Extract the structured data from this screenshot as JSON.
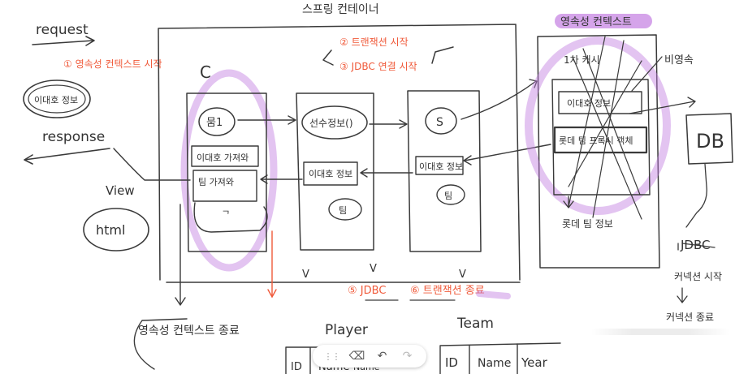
{
  "labels": {
    "request": "request",
    "response": "response",
    "view": "View",
    "html": "html",
    "spring_container": "스프링 컨테이너",
    "persistence_context": "영속성 컨텍스트",
    "step1": "① 영속성 컨텍스트 시작",
    "step2": "② 트랜잭션 시작",
    "step3": "③ JDBC 연결 시작",
    "step5": "⑤ JDBC",
    "step6": "⑥ 트랜잭션 종료",
    "member_info": "이대호 정보",
    "controller": "C",
    "c_method": "뭄1",
    "c_item1": "이대호 가져와",
    "c_item2": "팀 가져와",
    "s_method": "선수정보()",
    "s_item": "이대호 정보",
    "s_bubble": "팀",
    "r_method": "S",
    "r_item": "이대호 정보",
    "r_bubble": "팀",
    "pc_sub": "1차 캐시",
    "pc_item1": "이대호 정보",
    "pc_item2": "롯데 팀 프록시 객체",
    "pc_bottom": "롯데 팀 정보",
    "non_persistent": "비영속",
    "db": "DB",
    "jdbc": "JDBC",
    "connection_start": "커넥션 시작",
    "connection_end": "커넥션 종료",
    "pc_end": "영속성 컨텍스트 종료",
    "player": "Player",
    "team": "Team",
    "player_table": [
      "ID",
      "Name",
      "Name"
    ],
    "team_table": [
      "ID",
      "Name",
      "Year"
    ],
    "check_marks": [
      "V",
      "V",
      "V"
    ]
  },
  "toolbar": {
    "grip": "⋮⋮",
    "eraser": "⌫",
    "undo": "↶",
    "redo": "↷"
  },
  "colors": {
    "ink": "#3a3a3a",
    "annotation": "#f05a3a",
    "highlight": "#b35ad8"
  }
}
